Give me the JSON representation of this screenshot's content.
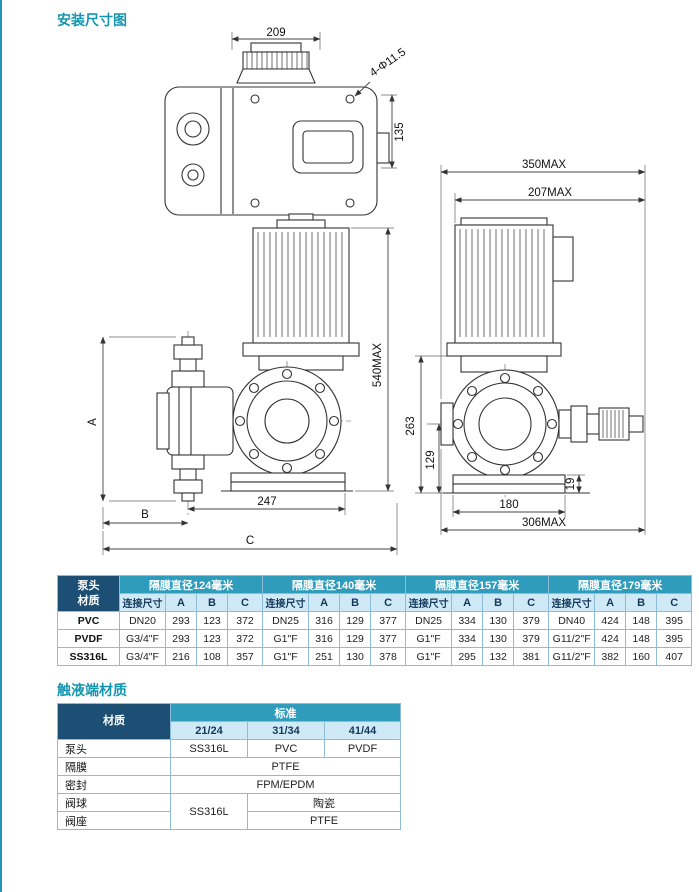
{
  "colors": {
    "accent_teal": "#1596b0",
    "header_teal": "#2f9cbc",
    "dark_navy": "#1d4e73",
    "light_blue": "#cfe9f6",
    "table_border": "#8cbdd6"
  },
  "page": {
    "title": "安装尺寸图",
    "section2_title": "触液端材质"
  },
  "drawing": {
    "dims": {
      "top_width": "209",
      "mount_holes": "4-Φ11.5",
      "top_depth": "135",
      "total_depth": "350MAX",
      "motor_depth": "207MAX",
      "total_height": "540MAX",
      "center_height": "263",
      "base_center_height": "129",
      "foot_height": "19",
      "base_width": "180",
      "base_depth": "306MAX",
      "head_length": "247",
      "dim_a": "A",
      "dim_b": "B",
      "dim_c": "C"
    }
  },
  "dim_table": {
    "corner_header": "泵头\n材质",
    "groups": [
      {
        "title": "隔膜直径124毫米"
      },
      {
        "title": "隔膜直径140毫米"
      },
      {
        "title": "隔膜直径157毫米"
      },
      {
        "title": "隔膜直径179毫米"
      }
    ],
    "sub_headers": [
      "连接尺寸",
      "A",
      "B",
      "C"
    ],
    "rows": [
      {
        "material": "PVC",
        "cells": [
          "DN20",
          "293",
          "123",
          "372",
          "DN25",
          "316",
          "129",
          "377",
          "DN25",
          "334",
          "130",
          "379",
          "DN40",
          "424",
          "148",
          "395"
        ]
      },
      {
        "material": "PVDF",
        "cells": [
          "G3/4\"F",
          "293",
          "123",
          "372",
          "G1\"F",
          "316",
          "129",
          "377",
          "G1\"F",
          "334",
          "130",
          "379",
          "G11/2\"F",
          "424",
          "148",
          "395"
        ]
      },
      {
        "material": "SS316L",
        "cells": [
          "G3/4\"F",
          "216",
          "108",
          "357",
          "G1\"F",
          "251",
          "130",
          "378",
          "G1\"F",
          "295",
          "132",
          "381",
          "G11/2\"F",
          "382",
          "160",
          "407"
        ]
      }
    ]
  },
  "material_table": {
    "corner_header": "材质",
    "standard_header": "标准",
    "model_columns": [
      "21/24",
      "31/34",
      "41/44"
    ],
    "rows": {
      "pump_head": {
        "label": "泵头",
        "values": [
          "SS316L",
          "PVC",
          "PVDF"
        ]
      },
      "diaphragm": {
        "label": "隔膜",
        "value": "PTFE"
      },
      "seal": {
        "label": "密封",
        "value": "FPM/EPDM"
      },
      "valve_ball": {
        "label": "阀球",
        "value_col1": "SS316L",
        "value_rest": "陶瓷"
      },
      "valve_seat": {
        "label": "阀座",
        "value_rest": "PTFE"
      }
    }
  }
}
